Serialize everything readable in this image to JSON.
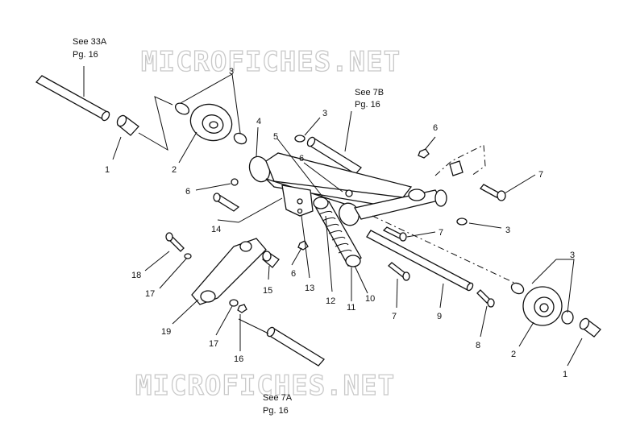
{
  "watermark": "MICROFICHES.NET",
  "references": {
    "top_left": {
      "line1": "See 33A",
      "line2": "Pg. 16"
    },
    "top_mid": {
      "line1": "See 7B",
      "line2": "Pg. 16"
    },
    "bottom": {
      "line1": "See 7A",
      "line2": "Pg. 16"
    }
  },
  "callouts": {
    "c1_left": "1",
    "c2_left": "2",
    "c3_top_left": "3",
    "c4": "4",
    "c5": "5",
    "c6_top": "6",
    "c3_mid": "3",
    "c6_right": "6",
    "c7_top_right": "7",
    "c6_left": "6",
    "c14": "14",
    "c7_mid": "7",
    "c3_right": "3",
    "c18": "18",
    "c17_top": "17",
    "c15": "15",
    "c6_low": "6",
    "c13": "13",
    "c12": "12",
    "c11": "11",
    "c10": "10",
    "c7_low": "7",
    "c9": "9",
    "c3_bottom_right": "3",
    "c19": "19",
    "c17_low": "17",
    "c16": "16",
    "c8": "8",
    "c2_right": "2",
    "c1_right": "1"
  }
}
